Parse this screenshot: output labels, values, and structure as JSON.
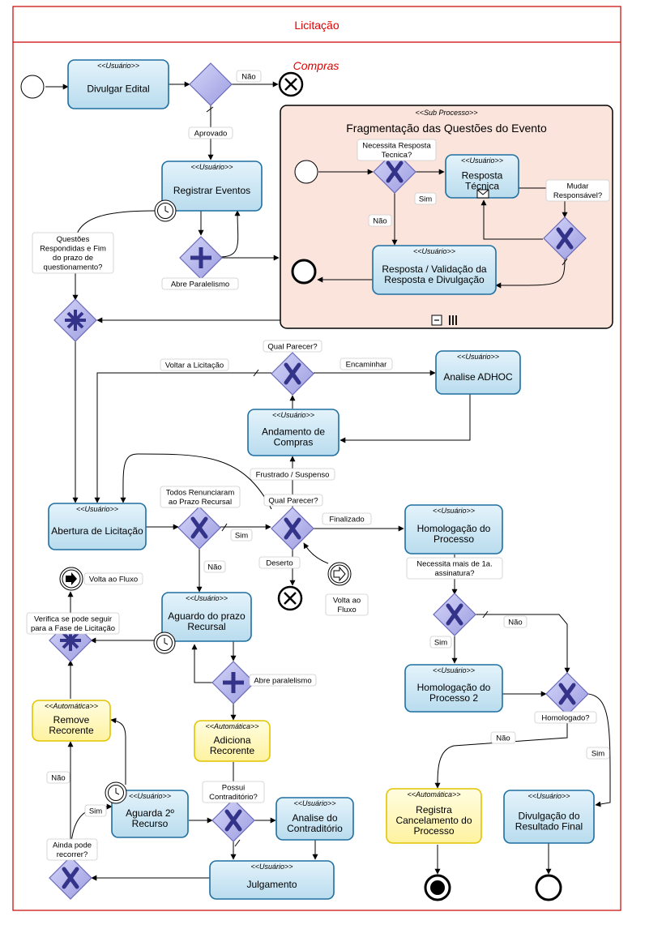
{
  "pool": {
    "title": "Licitação",
    "lane": "Compras"
  },
  "subprocess": {
    "stereotype": "<<Sub Processo>>",
    "title": "Fragmentação das Questões do Evento",
    "tasks": {
      "resposta_tecnica": {
        "stereotype": "<<Usuário>>",
        "lines": [
          "Resposta",
          "Técnica"
        ]
      },
      "resposta_validacao": {
        "stereotype": "<<Usuário>>",
        "lines": [
          "Resposta / Validação da",
          "Resposta e Divulgação"
        ]
      }
    },
    "labels": {
      "necessita": [
        "Necessita Resposta",
        "Tecnica?"
      ],
      "sim": "Sim",
      "nao": "Não",
      "mudar": [
        "Mudar",
        "Responsável?"
      ]
    },
    "collapse_marker": "−",
    "loop_marker": "III"
  },
  "tasks": {
    "divulgar_edital": {
      "stereotype": "<<Usuário>>",
      "lines": [
        "Divulgar Edital"
      ]
    },
    "registrar_eventos": {
      "stereotype": "<<Usuário>>",
      "lines": [
        "Registrar Eventos"
      ]
    },
    "analise_adhoc": {
      "stereotype": "<<Usuário>>",
      "lines": [
        "Analise ADHOC"
      ]
    },
    "andamento_compras": {
      "stereotype": "<<Usuário>>",
      "lines": [
        "Andamento de",
        "Compras"
      ]
    },
    "abertura_licitacao": {
      "stereotype": "<<Usuário>>",
      "lines": [
        "Abertura de Licitação"
      ]
    },
    "homologacao": {
      "stereotype": "<<Usuário>>",
      "lines": [
        "Homologação do",
        "Processo"
      ]
    },
    "aguardo_prazo": {
      "stereotype": "<<Usuário>>",
      "lines": [
        "Aguardo do prazo",
        "Recursal"
      ]
    },
    "homologacao2": {
      "stereotype": "<<Usuário>>",
      "lines": [
        "Homologação do",
        "Processo 2"
      ]
    },
    "remove_recorrente": {
      "stereotype": "<<Automática>>",
      "lines": [
        "Remove",
        "Recorente"
      ]
    },
    "adiciona_recorrente": {
      "stereotype": "<<Automática>>",
      "lines": [
        "Adiciona",
        "Recorente"
      ]
    },
    "registra_cancelamento": {
      "stereotype": "<<Automática>>",
      "lines": [
        "Registra",
        "Cancelamento do",
        "Processo"
      ]
    },
    "divulgacao_resultado": {
      "stereotype": "<<Usuário>>",
      "lines": [
        "Divulgação do",
        "Resultado Final"
      ]
    },
    "aguarda_2_recurso": {
      "stereotype": "<<Usuário>>",
      "lines": [
        "Aguarda 2º",
        "Recurso"
      ]
    },
    "analise_contraditorio": {
      "stereotype": "<<Usuário>>",
      "lines": [
        "Analise do",
        "Contraditório"
      ]
    },
    "julgamento": {
      "stereotype": "<<Usuário>>",
      "lines": [
        "Julgamento"
      ]
    }
  },
  "labels": {
    "nao_top": "Não",
    "aprovado": "Aprovado",
    "questoes": [
      "Questões",
      "Respondidas e Fim",
      "do prazo de",
      "questionamento?"
    ],
    "abre_paralelismo": "Abre Paralelismo",
    "qual_parecer_top": "Qual Parecer?",
    "volta_licitacao": "Voltar a Licitação",
    "encaminhar": "Encaminhar",
    "frustrado": "Frustrado / Suspenso",
    "qual_parecer_mid": "Qual Parecer?",
    "todos_renunciaram": [
      "Todos Renunciaram",
      "ao Prazo Recursal"
    ],
    "sim_mid": "Sim",
    "finalizado": "Finalizado",
    "deserto": "Deserto",
    "volta_fluxo_mid": [
      "Volta ao",
      "Fluxo"
    ],
    "nao_mid": "Não",
    "necessita_assinatura": [
      "Necessita mais de 1a.",
      "assinatura?"
    ],
    "volta_fluxo_left": "Volta ao Fluxo",
    "verifica": [
      "Verifica se pode seguir",
      "para a Fase de Licitação"
    ],
    "nao_right": "Não",
    "sim_right": "Sim",
    "abre_paralelismo_low": "Abre paralelismo",
    "homologado": "Homologado?",
    "nao_homologado": "Não",
    "sim_homologado": "Sim",
    "nao_left": "Não",
    "possui": [
      "Possui",
      "Contraditório?"
    ],
    "sim_left": "Sim",
    "ainda_pode": [
      "Ainda pode",
      "recorrer?"
    ]
  },
  "colors": {
    "pool_border": "#cc0000",
    "user_task_fill": "#cde7f4",
    "user_task_stroke": "#1f6fa0",
    "auto_task_fill": "#fff9b8",
    "auto_task_stroke": "#e2c400",
    "gateway_fill": "#b8b8ee",
    "gateway_symbol": "#33338a",
    "subprocess_fill": "#fbe4dc",
    "label_fill": "#ffffff",
    "label_stroke": "#cccccc"
  }
}
